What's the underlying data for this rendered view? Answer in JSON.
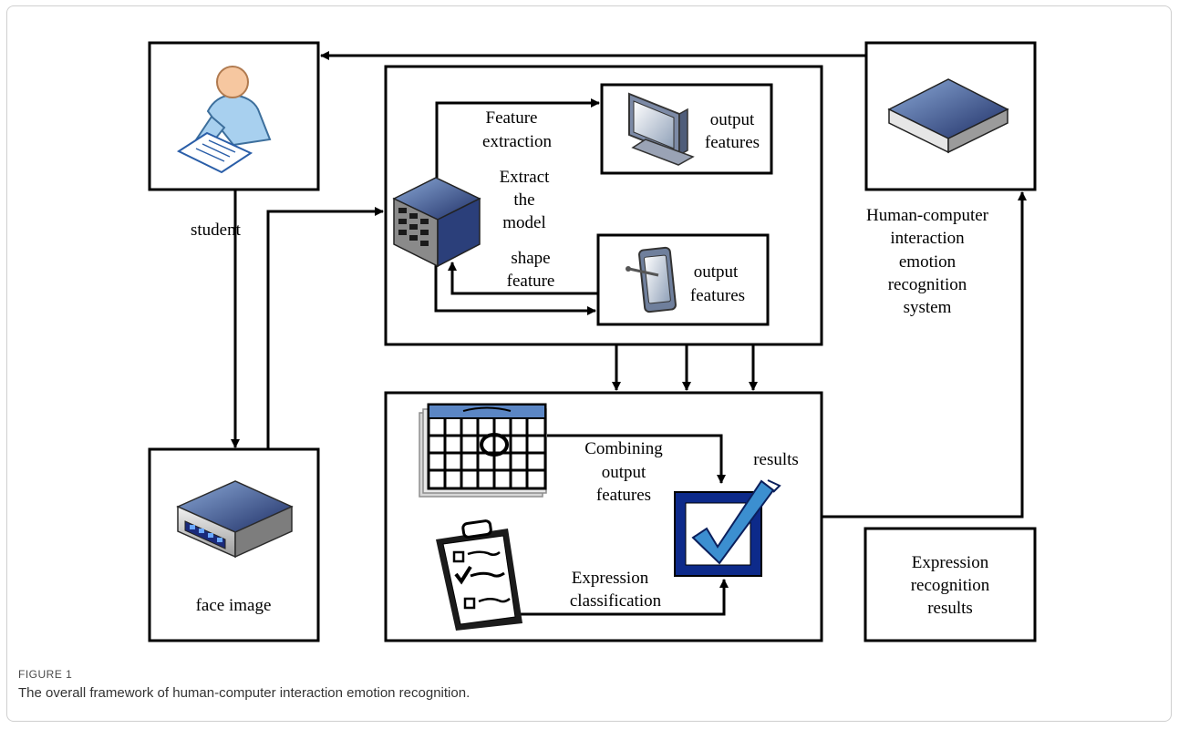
{
  "figure": {
    "label": "FIGURE 1",
    "caption": "The overall framework of human-computer interaction emotion recognition."
  },
  "diagram": {
    "student": "student",
    "face_image": "face image",
    "feature_extraction": [
      "Feature",
      "extraction"
    ],
    "extract_model": [
      "Extract",
      "the",
      "model"
    ],
    "shape_feature": [
      "shape",
      "feature"
    ],
    "output_features_top": [
      "output",
      "features"
    ],
    "output_features_bottom": [
      "output",
      "features"
    ],
    "combining": [
      "Combining",
      "output",
      "features"
    ],
    "results": "results",
    "expression_classification": [
      "Expression",
      "classification"
    ],
    "hci_system": [
      "Human-computer",
      "interaction",
      "emotion",
      "recognition",
      "system"
    ],
    "expression_results": [
      "Expression",
      "recognition",
      "results"
    ]
  }
}
